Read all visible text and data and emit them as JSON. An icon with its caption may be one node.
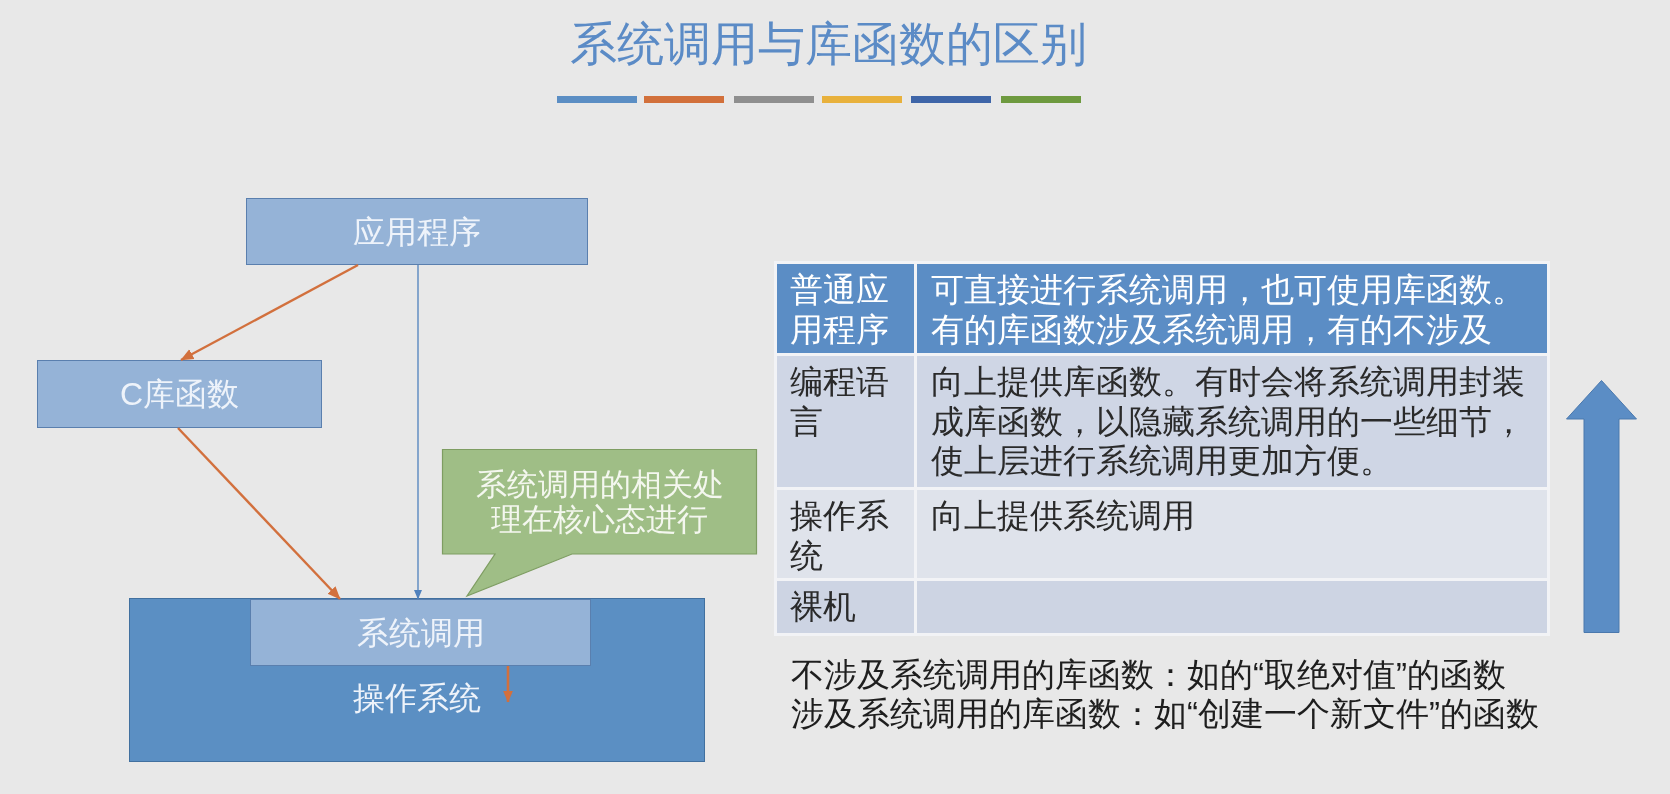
{
  "diagram": {
    "title": "系统调用与库函数的区别",
    "nodes": [
      {
        "text": [
          "应用程序"
        ]
      },
      {
        "text": [
          "C库函数"
        ]
      },
      {
        "text": [
          "系统调用的相关处理在核心态进行"
        ]
      },
      {
        "text": [
          "操作系统"
        ]
      },
      {
        "text": [
          "系统调用"
        ],
        "in": 3
      }
    ],
    "edges": [
      {
        "from": 0,
        "to": 1,
        "arrow": "to"
      },
      {
        "from": 1,
        "to": 4,
        "arrow": "to"
      },
      {
        "from": 0,
        "to": 4,
        "arrow": "to",
        "color": "#4f81bd"
      },
      {
        "from": 4,
        "to": null,
        "arrow": "to"
      }
    ],
    "labels": [
      "普通应用程序",
      "可直接进行系统调用，也可使用库函数。有的库函数涉及系统调用，有的不涉及",
      "编程语言",
      "向上提供库函数。有时会将系统调用封装成库函数，以隐藏系统调用的一些细节，使上层进行系统调用更加方便。",
      "操作系统",
      "向上提供系统调用",
      "裸机",
      "不涉及系统调用的库函数：如的“取绝对值”的函数",
      "涉及系统调用的库函数：如“创建一个新文件”的函数"
    ]
  }
}
